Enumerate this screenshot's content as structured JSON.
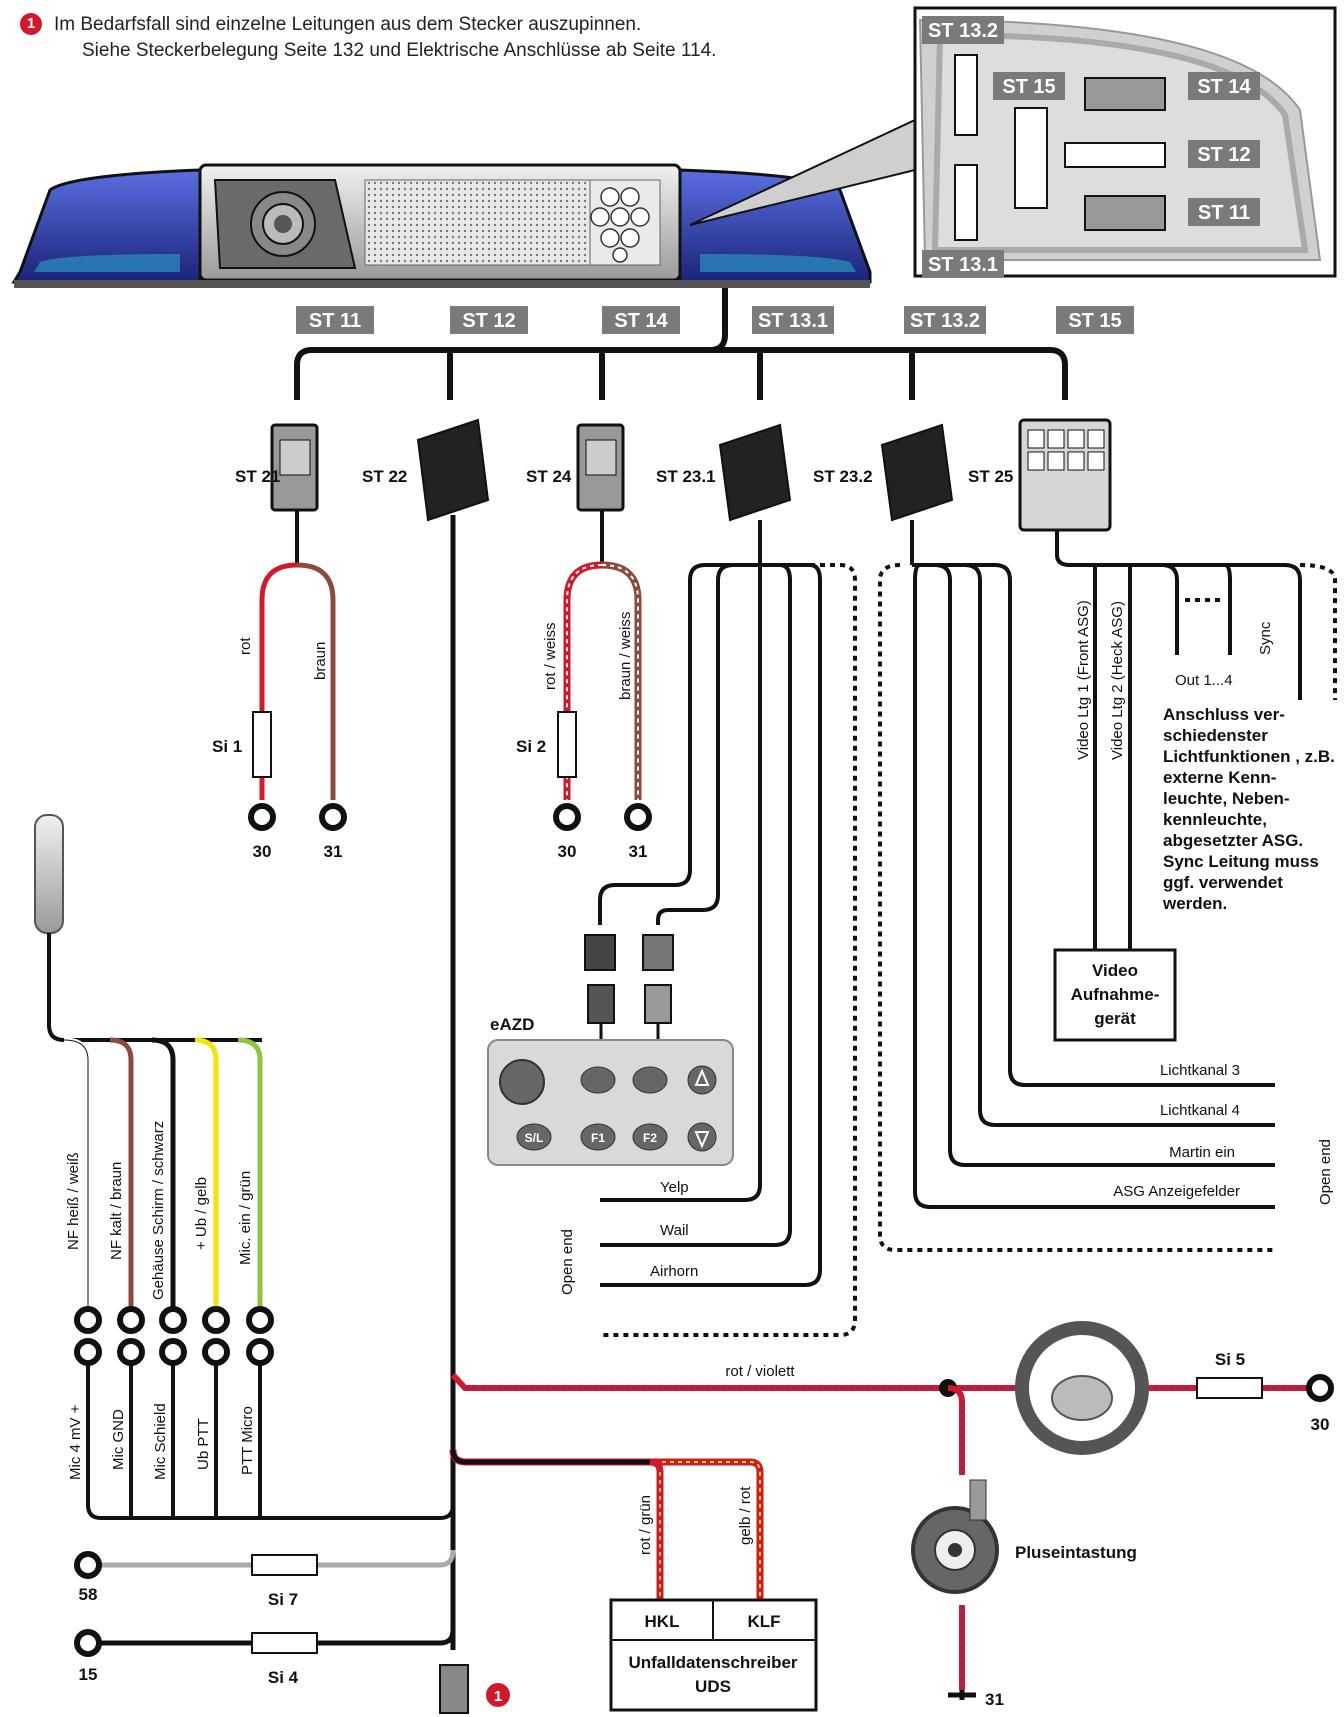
{
  "note": {
    "badge": "1",
    "line1": "Im Bedarfsfall sind einzelne Leitungen aus dem Stecker auszupinnen.",
    "line2": "Siehe Steckerbelegung Seite 132 und Elektrische Anschlüsse ab Seite 114."
  },
  "inset": {
    "st13_2": "ST 13.2",
    "st15": "ST 15",
    "st14": "ST 14",
    "st12": "ST 12",
    "st11": "ST 11",
    "st13_1": "ST 13.1"
  },
  "bus_tags": [
    "ST 11",
    "ST 12",
    "ST 14",
    "ST 13.1",
    "ST 13.2",
    "ST 15"
  ],
  "connectors": [
    "ST 21",
    "ST 22",
    "ST 24",
    "ST 23.1",
    "ST 23.2",
    "ST 25"
  ],
  "st21": {
    "wire1": "rot",
    "wire2": "braun",
    "fuse": "Si 1",
    "t1": "30",
    "t2": "31"
  },
  "st24": {
    "wire1": "rot / weiss",
    "wire2": "braun / weiss",
    "fuse": "Si 2",
    "t1": "30",
    "t2": "31"
  },
  "st25": {
    "video1": "Video Ltg 1 (Front ASG)",
    "video2": "Video Ltg 2 (Heck ASG)",
    "out": "Out 1...4",
    "sync": "Sync",
    "desc": [
      "Anschluss ver-",
      "schiedenster",
      "Lichtfunktionen , z.B.",
      "externe Kenn-",
      "leuchte, Neben-",
      "kennleuchte,",
      "abgesetzter ASG.",
      "Sync Leitung muss",
      "ggf. verwendet",
      "werden."
    ],
    "recorder": [
      "Video",
      "Aufnahme-",
      "gerät"
    ]
  },
  "st23_2": {
    "channels": [
      "Lichtkanal 3",
      "Lichtkanal 4",
      "Martin ein",
      "ASG Anzeigefelder"
    ],
    "open_end": "Open end"
  },
  "st23_1": {
    "sounds": [
      "Yelp",
      "Wail",
      "Airhorn"
    ],
    "open_end": "Open end"
  },
  "eazd": {
    "title": "eAZD",
    "keys": [
      "S/L",
      "F1",
      "F2"
    ]
  },
  "mic": {
    "top_labels": [
      "NF heiß / weiß",
      "NF kalt / braun",
      "Gehäuse Schirm / schwarz",
      "+ Ub / gelb",
      "Mic. ein / grün"
    ],
    "bottom_labels": [
      "Mic 4 mV +",
      "Mic GND",
      "Mic Schield",
      "Ub PTT",
      "PTT Micro"
    ]
  },
  "power": {
    "main_wire": "rot / violett",
    "fuse5": "Si 5",
    "t30": "30",
    "fuse7": "Si 7",
    "t58": "58",
    "fuse4": "Si 4",
    "t15": "15",
    "horn": "Pluseintastung",
    "ground": "31",
    "conn_badge": "1"
  },
  "uds": {
    "wire1": "rot / grün",
    "wire2": "gelb / rot",
    "hkl": "HKL",
    "klf": "KLF",
    "title": "Unfalldatenschreiber",
    "abbr": "UDS"
  },
  "colors": {
    "wire": "#111111",
    "red": "#d3182b",
    "brown": "#8b4a3c",
    "yellow": "#f3e500",
    "green": "#8cc63f",
    "grey_tag": "#7a7a7a",
    "blue_light": "#2d3d9a"
  }
}
